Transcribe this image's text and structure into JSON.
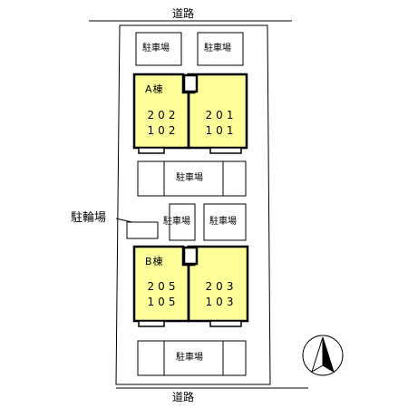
{
  "roads": {
    "top": "道路",
    "bottom": "道路"
  },
  "parking": {
    "p1": "駐車場",
    "p2": "駐車場",
    "p3": "駐車場",
    "p4": "駐車場",
    "p5": "駐車場",
    "p6": "駐車場"
  },
  "bicycle_parking": "駐輪場",
  "building_a": {
    "name": "A棟",
    "left_top": "202",
    "left_bottom": "102",
    "right_top": "201",
    "right_bottom": "101"
  },
  "building_b": {
    "name": "B棟",
    "left_top": "205",
    "left_bottom": "105",
    "right_top": "203",
    "right_bottom": "103"
  },
  "colors": {
    "building_fill": "#ffff99",
    "outline": "#000000",
    "background": "#ffffff"
  },
  "icons": {
    "north": "north-arrow-icon"
  }
}
